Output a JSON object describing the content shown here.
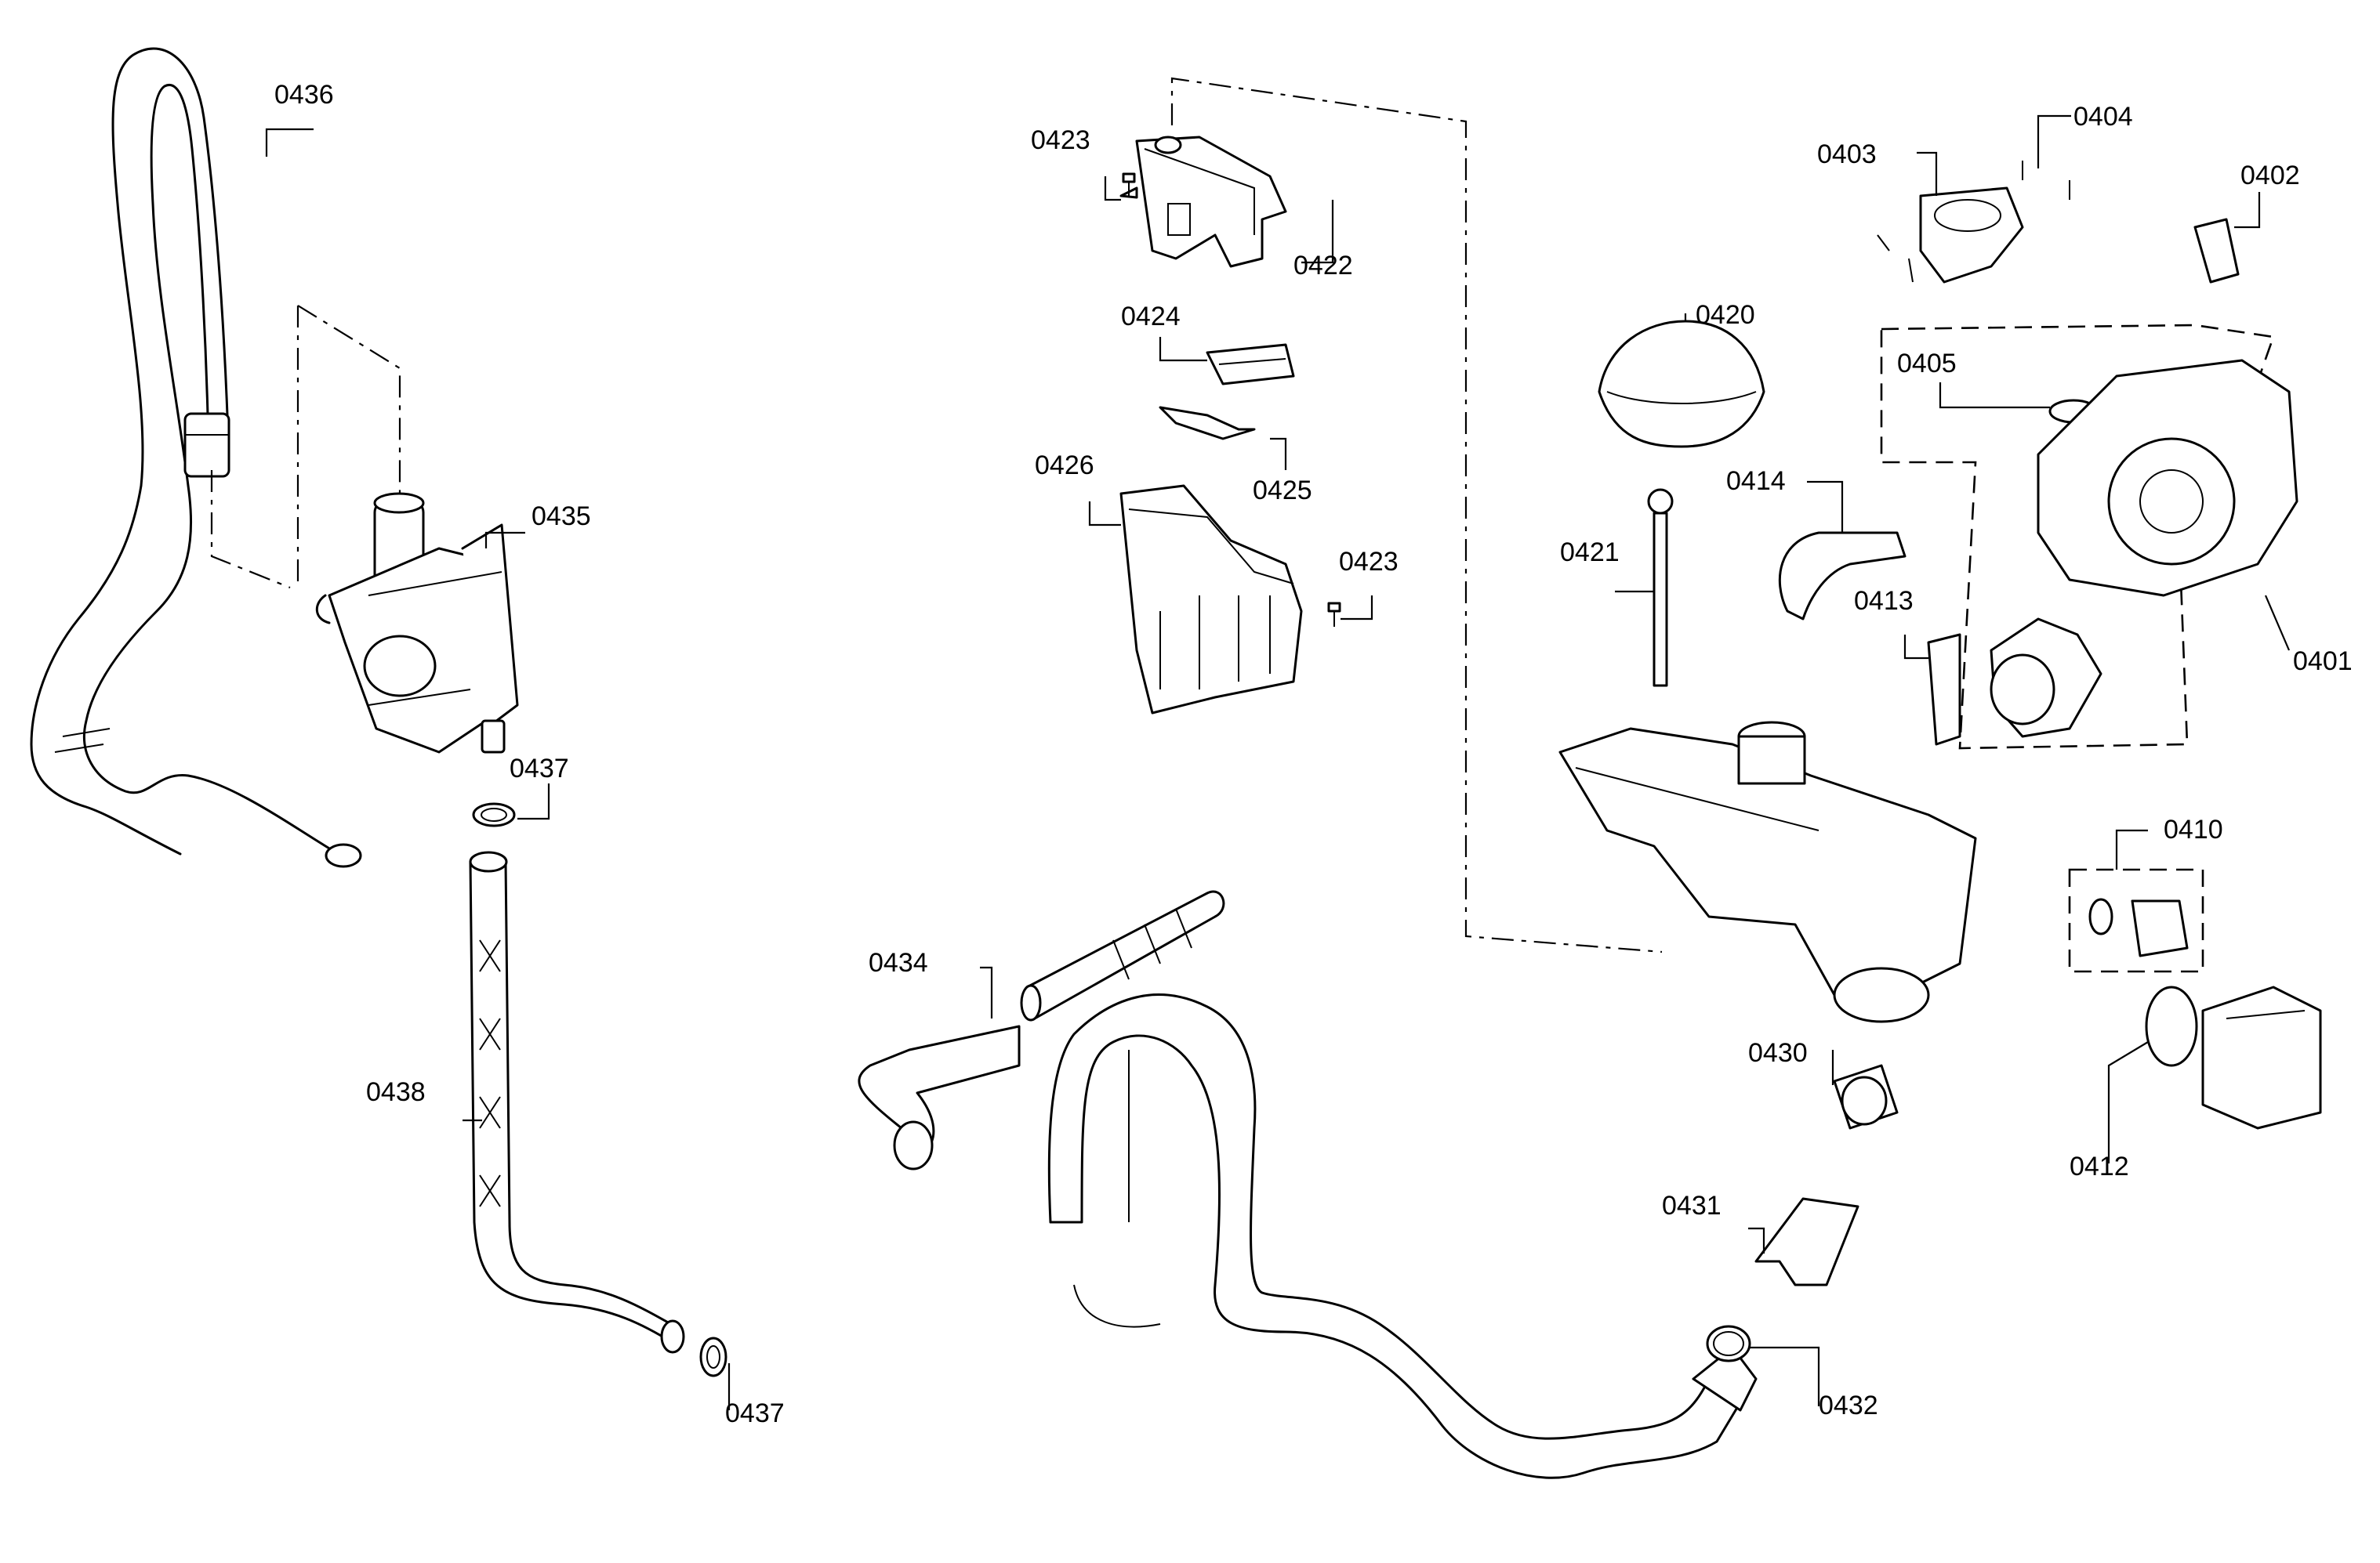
{
  "diagram": {
    "type": "exploded-parts-diagram",
    "labels": [
      {
        "id": "0436",
        "text": "0436"
      },
      {
        "id": "0435",
        "text": "0435"
      },
      {
        "id": "0437a",
        "text": "0437"
      },
      {
        "id": "0438",
        "text": "0438"
      },
      {
        "id": "0437b",
        "text": "0437"
      },
      {
        "id": "0423a",
        "text": "0423"
      },
      {
        "id": "0422",
        "text": "0422"
      },
      {
        "id": "0424",
        "text": "0424"
      },
      {
        "id": "0425",
        "text": "0425"
      },
      {
        "id": "0426",
        "text": "0426"
      },
      {
        "id": "0423b",
        "text": "0423"
      },
      {
        "id": "0434",
        "text": "0434"
      },
      {
        "id": "0420",
        "text": "0420"
      },
      {
        "id": "0421",
        "text": "0421"
      },
      {
        "id": "0414",
        "text": "0414"
      },
      {
        "id": "0413",
        "text": "0413"
      },
      {
        "id": "0430",
        "text": "0430"
      },
      {
        "id": "0431",
        "text": "0431"
      },
      {
        "id": "0432",
        "text": "0432"
      },
      {
        "id": "0403",
        "text": "0403"
      },
      {
        "id": "0404",
        "text": "0404"
      },
      {
        "id": "0402",
        "text": "0402"
      },
      {
        "id": "0405",
        "text": "0405"
      },
      {
        "id": "0401",
        "text": "0401"
      },
      {
        "id": "0410",
        "text": "0410"
      },
      {
        "id": "0412",
        "text": "0412"
      }
    ]
  }
}
